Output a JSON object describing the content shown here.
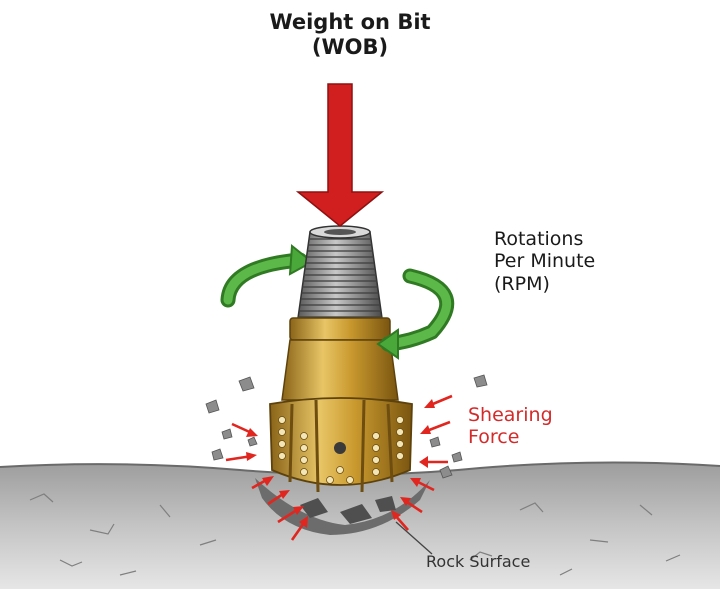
{
  "labels": {
    "wob": [
      "Weight on Bit",
      "(WOB)"
    ],
    "rpm": [
      "Rotations",
      "Per Minute",
      "(RPM)"
    ],
    "shearing": [
      "Shearing",
      "Force"
    ],
    "rock": "Rock Surface"
  },
  "colors": {
    "wob_arrow": "#d11f1f",
    "rotation_arrow": "#4aa83a",
    "shear_arrow": "#e0261f",
    "bit_gold": "#c9992e",
    "rock_gray": "#b9b9b9"
  },
  "icons": [
    "wob-arrow-icon",
    "rotation-arrow-icon",
    "shear-arrow-icon",
    "drill-bit-icon",
    "rock-chip-icon"
  ]
}
